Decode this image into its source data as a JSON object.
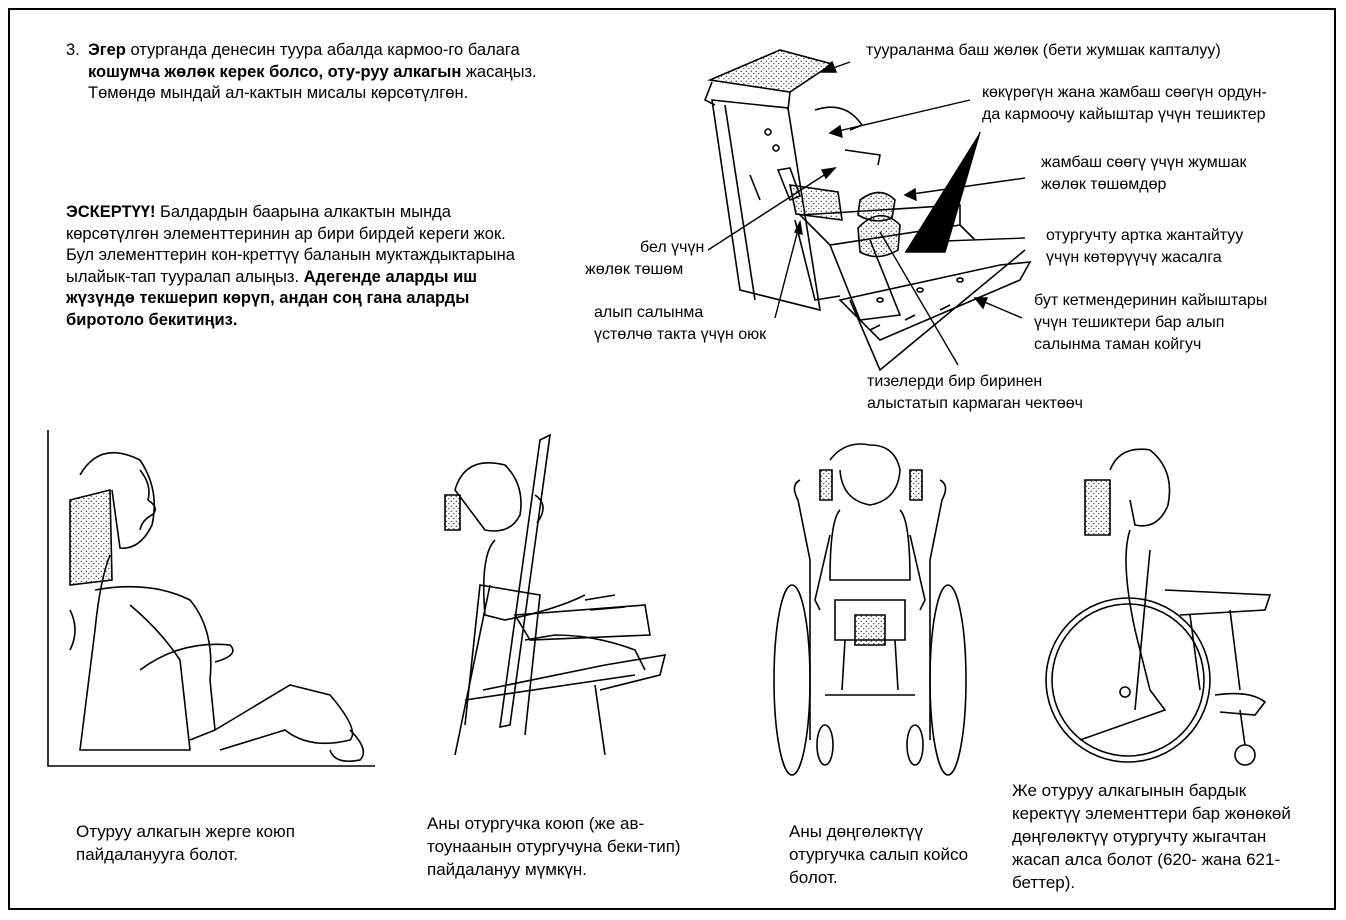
{
  "intro": {
    "number": "3.",
    "p1": "Эгер",
    "p2": " отурганда денесин туура абалда кармоо-го балага ",
    "p3": "кошумча жөлөк керек болсо, оту-руу алкагын",
    "p4": " жасаңыз. Төмөндө мындай ал-как­тын мисалы көрсөтүлгөн."
  },
  "note": {
    "lead": "ЭСКЕРТҮҮ!",
    "body": " Балдардын баарына алкактын мында көрсөтүлгөн элементтеринин ар бири бирдей кереги жок. Бул элементтерин кон-креттүү баланын муктаждыктарына ылайык-тап тууралап алыңыз. ",
    "bold_end": "Адегенде аларды иш жүзүндө текшерип көрүп, андан соң гана аларды биротоло бекитиңиз."
  },
  "diagram_labels": {
    "headrest": "тууралан­ма баш жөлөк (бети жумшак капталуу)",
    "straps_1": "көкүрөгүн жана жамбаш сөөгүн ордун-",
    "straps_2": "да кармоочу кайыштар үчүн тешиктер",
    "hip_pads_1": "жамбаш сөөгү үчүн жумшак",
    "hip_pads_2": "жөлөк төшөмдөр",
    "tilt_1": "отургучту артка жантайтуу",
    "tilt_2": "үчүн көтөрүүчү жасалга",
    "footrest_1": "бут кетмендеринин кайыштары",
    "footrest_2": "үчүн тешиктери бар алып",
    "footrest_3": "салынма таман койгуч",
    "knee_1": "тизелерди бир биринен",
    "knee_2": "алыстатып кармаган чектөөч",
    "back_1": "бел үчүн",
    "back_2": "жөлөк төшөм",
    "tray_1": "алып салынма",
    "tray_2": "үстөлчө такта үчүн оюк"
  },
  "captions": {
    "c1": "Отуруу алкагын жерге коюп пайдаланууга болот.",
    "c2": "Аны отургучка коюп (же ав-тоунаанын отургучуна беки-тип) пайдалануу мүмкүн.",
    "c3": "Аны дөңгөлөктүү отургучка салып койсо болот.",
    "c4": "Же отуруу алкагынын бардык керектүү элементтери бар жөнөкөй дөңгөлөктүү отургучту жыгачтан жасап алса болот (620- жана 621-беттер)."
  }
}
